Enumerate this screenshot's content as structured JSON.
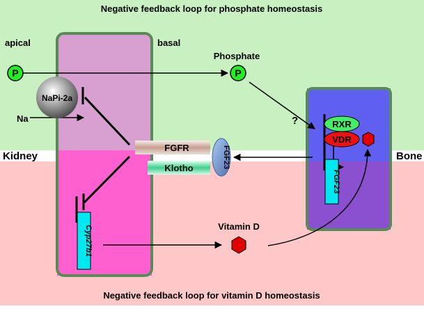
{
  "title_top": "Negative feedback loop for phosphate homeostasis",
  "title_bottom": "Negative feedback loop for vitamin D homeostasis",
  "apical_label": "apical",
  "basal_label": "basal",
  "kidney_label": "Kidney",
  "bone_label": "Bone",
  "phosphate_label": "Phosphate",
  "vitamin_d_label": "Vitamin D",
  "na_label": "Na",
  "napi_label": "NaPi-2a",
  "p_symbol": "P",
  "fgfr_label": "FGFR",
  "klotho_label": "Klotho",
  "fgf23_label": "FGF23",
  "rxr_label": "RXR",
  "vdr_label": "VDR",
  "question_mark": "?",
  "gene_fgf23_label": "FGF23",
  "gene_cyp_label": "Cyp27b1",
  "colors": {
    "top_bg": "#c8f0c0",
    "bottom_bg": "#ffc8c8",
    "kidney_top": "#d8a0d0",
    "kidney_bottom": "#ff60d0",
    "cell_border": "#5a8a5a",
    "bone_top": "#6060f0",
    "bone_bottom": "#8a50d0",
    "green_circle": "#22ee22",
    "rxr": "#44ee66",
    "vdr": "#ee1111",
    "vitd": "#e00000",
    "gene_box": "#00e8f0",
    "fgf23_oval": "#7aa0d8"
  }
}
